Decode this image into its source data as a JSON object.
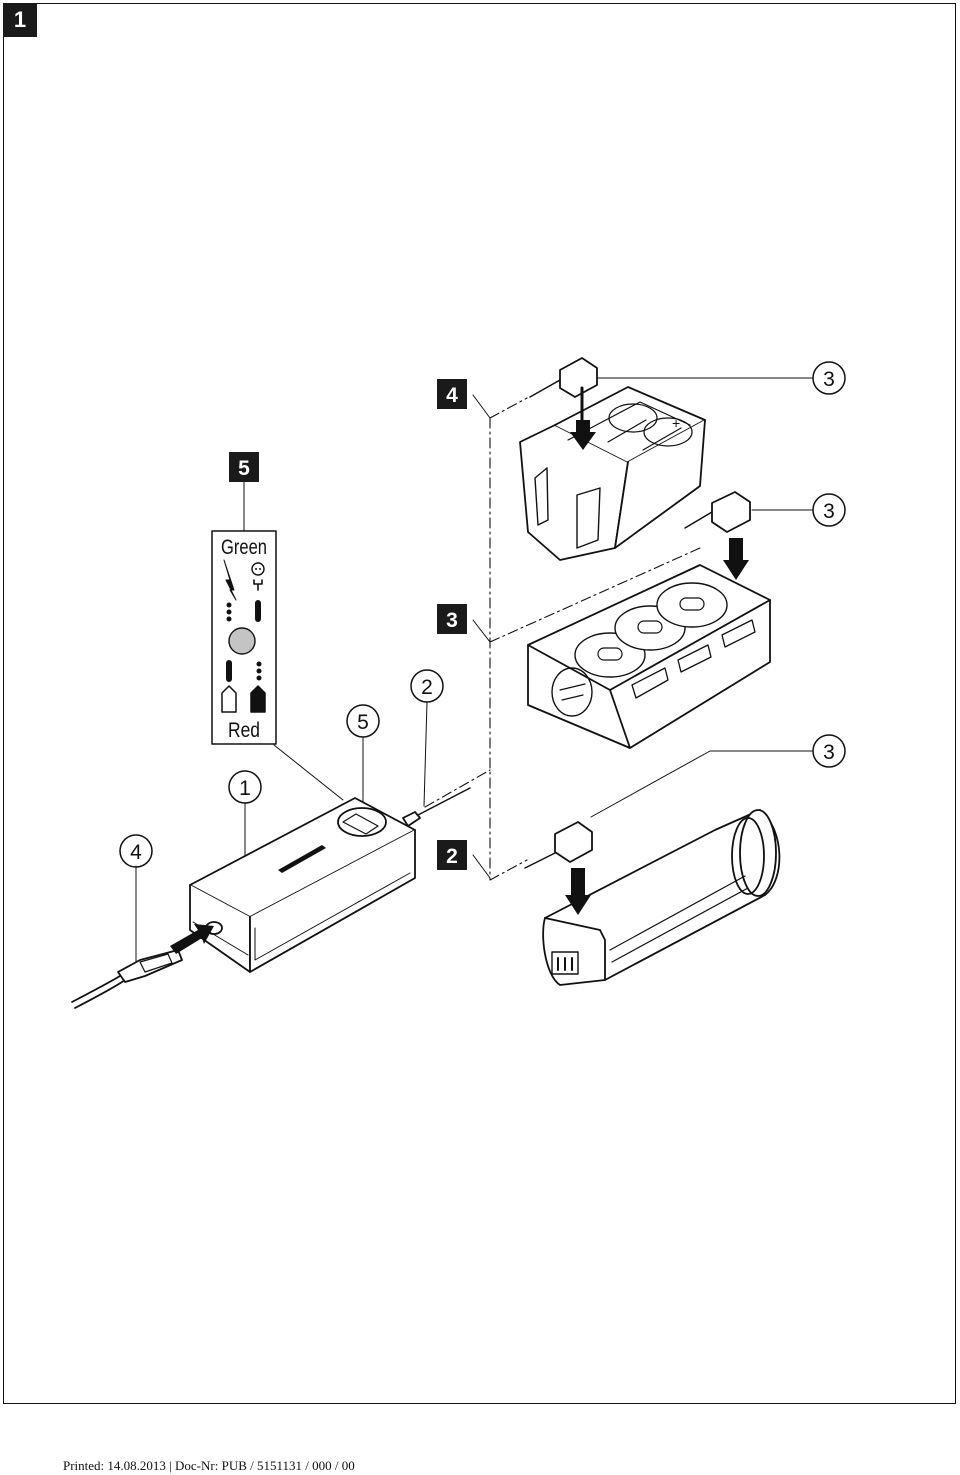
{
  "figure": {
    "number": "1"
  },
  "callouts": {
    "sq_5": "5",
    "sq_4": "4",
    "sq_3": "3",
    "sq_2": "2",
    "c_1": "1",
    "c_2": "2",
    "c_4": "4",
    "c_5": "5",
    "c_3_top": "3",
    "c_3_mid": "3",
    "c_3_bot": "3"
  },
  "indicator": {
    "top_label": "Green",
    "bottom_label": "Red"
  },
  "footer": {
    "text": "Printed: 14.08.2013 | Doc-Nr: PUB / 5151131 / 000 / 00"
  }
}
